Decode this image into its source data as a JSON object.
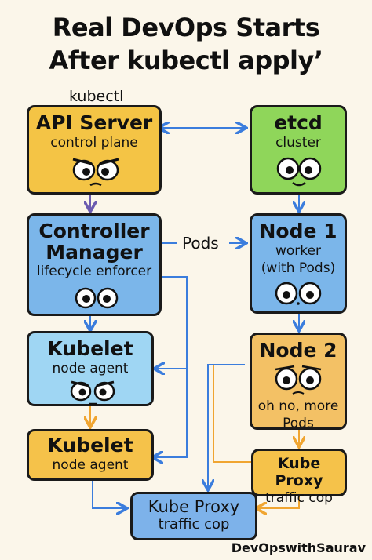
{
  "title": {
    "line1": "Real DevOps Starts",
    "line2": "After  kubectl apply’"
  },
  "labels": {
    "kubectl": "kubectl",
    "pods": "Pods"
  },
  "nodes": {
    "api_server": {
      "title": "API Server",
      "subtitle": "control plane"
    },
    "etcd": {
      "title": "etcd",
      "subtitle": "cluster"
    },
    "controller_manager": {
      "title": "Controller Manager",
      "subtitle": "lifecycle enforcer"
    },
    "node1": {
      "title": "Node 1",
      "subtitle": "worker (with  Pods)"
    },
    "kubelet1": {
      "title": "Kubelet",
      "subtitle": "node agent"
    },
    "node2": {
      "title": "Node 2",
      "subtitle": "oh no, more Pods"
    },
    "kubelet2": {
      "title": "Kubelet",
      "subtitle": "node agent"
    },
    "kube_proxy_right": {
      "title": "Kube Proxy",
      "subtitle": "traffic cop"
    },
    "kube_proxy_bottom": {
      "title": "Kube Proxy",
      "subtitle": "traffic cop"
    }
  },
  "watermark": "DevOpswithSaurav",
  "colors": {
    "arrow_blue": "#3b7ddd",
    "arrow_orange": "#f0a531",
    "arrow_purple": "#6b5bb0"
  }
}
